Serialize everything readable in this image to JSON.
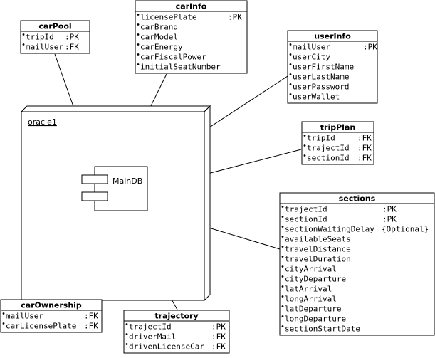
{
  "node": {
    "label": "oracle1"
  },
  "component": {
    "label": "MainDB"
  },
  "tables": {
    "carPool": {
      "title": "carPool",
      "rows": [
        [
          "tripId",
          ":PK"
        ],
        [
          "mailUser",
          ":FK"
        ]
      ]
    },
    "carInfo": {
      "title": "carInfo",
      "rows": [
        [
          "licensePlate",
          ":PK"
        ],
        [
          "carBrand",
          ""
        ],
        [
          "carModel",
          ""
        ],
        [
          "carEnergy",
          ""
        ],
        [
          "carFiscalPower",
          ""
        ],
        [
          "initialSeatNumber",
          ""
        ]
      ]
    },
    "userInfo": {
      "title": "userInfo",
      "rows": [
        [
          "mailUser",
          ":PK"
        ],
        [
          "userCity",
          ""
        ],
        [
          "userFirstName",
          ""
        ],
        [
          "userLastName",
          ""
        ],
        [
          "userPassword",
          ""
        ],
        [
          "userWallet",
          ""
        ]
      ]
    },
    "tripPlan": {
      "title": "tripPlan",
      "rows": [
        [
          "tripId",
          ":FK"
        ],
        [
          "trajectId",
          ":FK"
        ],
        [
          "sectionId",
          ":FK"
        ]
      ]
    },
    "sections": {
      "title": "sections",
      "rows": [
        [
          "trajectId",
          ":PK"
        ],
        [
          "sectionId",
          ":PK"
        ],
        [
          "sectionWaitingDelay",
          "{Optional}"
        ],
        [
          "availableSeats",
          ""
        ],
        [
          "travelDistance",
          ""
        ],
        [
          "travelDuration",
          ""
        ],
        [
          "cityArrival",
          ""
        ],
        [
          "cityDeparture",
          ""
        ],
        [
          "latArrival",
          ""
        ],
        [
          "longArrival",
          ""
        ],
        [
          "latDeparture",
          ""
        ],
        [
          "longDeparture",
          ""
        ],
        [
          "sectionStartDate",
          ""
        ]
      ]
    },
    "carOwnership": {
      "title": "carOwnership",
      "rows": [
        [
          "mailUser",
          ":FK"
        ],
        [
          "carLicensePlate",
          ":FK"
        ]
      ]
    },
    "trajectory": {
      "title": "trajectory",
      "rows": [
        [
          "trajectId",
          ":PK"
        ],
        [
          "driverMail",
          ":FK"
        ],
        [
          "drivenLicenseCar",
          ":FK"
        ]
      ]
    }
  }
}
